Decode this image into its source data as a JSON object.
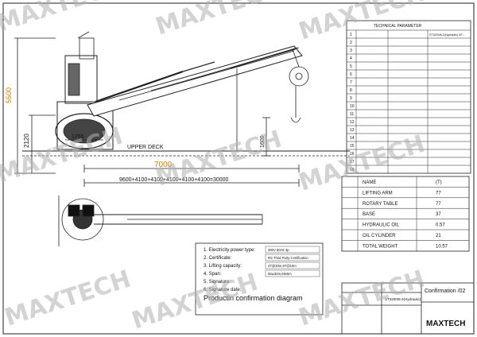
{
  "drawing": {
    "dims": {
      "height_total": "5500",
      "height_base": "2120",
      "base_dia": "1765",
      "hook_drop": "1600",
      "reach": "7000",
      "boom_series": "9600+4100+4100+4100+4100+4100=30000"
    },
    "deck_label": "UPPER DECK"
  },
  "tech_table": {
    "title": "TECHNICAL PARAMETER",
    "rows": [
      {
        "no": "1",
        "name": "",
        "value": "",
        "extra": "ST3200/8-2(Hydraulic) SF..."
      },
      {
        "no": "2",
        "name": "",
        "value": "",
        "extra": ""
      },
      {
        "no": "3",
        "name": "",
        "value": "",
        "extra": ""
      },
      {
        "no": "4",
        "name": "",
        "value": "",
        "extra": ""
      },
      {
        "no": "5",
        "name": "",
        "value": "",
        "extra": ""
      },
      {
        "no": "6",
        "name": "",
        "value": "",
        "extra": ""
      },
      {
        "no": "7",
        "name": "",
        "value": "",
        "extra": ""
      },
      {
        "no": "8",
        "name": "",
        "value": "",
        "extra": ""
      },
      {
        "no": "9",
        "name": "",
        "value": "",
        "extra": ""
      },
      {
        "no": "10",
        "name": "",
        "value": "",
        "extra": ""
      },
      {
        "no": "11",
        "name": "",
        "value": "",
        "extra": ""
      },
      {
        "no": "12",
        "name": "",
        "value": "",
        "extra": ""
      },
      {
        "no": "13",
        "name": "",
        "value": "",
        "extra": ""
      },
      {
        "no": "14",
        "name": "",
        "value": "",
        "extra": ""
      },
      {
        "no": "15",
        "name": "",
        "value": "",
        "extra": ""
      },
      {
        "no": "16",
        "name": "",
        "value": "",
        "extra": ""
      },
      {
        "no": "17",
        "name": "",
        "value": "",
        "extra": ""
      },
      {
        "no": "18",
        "name": "",
        "value": "",
        "extra": ""
      }
    ]
  },
  "parts_table": {
    "header": {
      "no": "",
      "name": "NAME",
      "weight": "(T)"
    },
    "rows": [
      {
        "no": "",
        "name": "LIFTING ARM",
        "weight": "77"
      },
      {
        "no": "",
        "name": "ROTARY TABLE",
        "weight": "77"
      },
      {
        "no": "",
        "name": "BASE",
        "weight": "37"
      },
      {
        "no": "",
        "name": "HYDRAULIC OIL",
        "weight": "0.57"
      },
      {
        "no": "",
        "name": "OIL CYLINDER",
        "weight": "21"
      },
      {
        "no": "",
        "name": "TOTAL WEIGHT",
        "weight": "10.57"
      }
    ]
  },
  "confirmation": {
    "items": [
      {
        "label": "1.  Electricity power type:",
        "value": "380V 50Hz 3p"
      },
      {
        "label": "2.  Certificate:",
        "value": "RS  Third Party Certification"
      },
      {
        "label": "3.  Lifting capacity:",
        "value": "4T@30m,5T@10m"
      },
      {
        "label": "4.  Span:",
        "value": "Max30m,Min5m"
      },
      {
        "label": "5.  Signature:",
        "value": ""
      },
      {
        "label": "6.  Signature date:",
        "value": ""
      }
    ],
    "title": "Productin confirmation diagram"
  },
  "title_block": {
    "confirmation": "Confirmation /02",
    "code": "ST3200/8-2(Hydraulic)",
    "company": "MAXTECH"
  },
  "watermark": "MAXTECH"
}
